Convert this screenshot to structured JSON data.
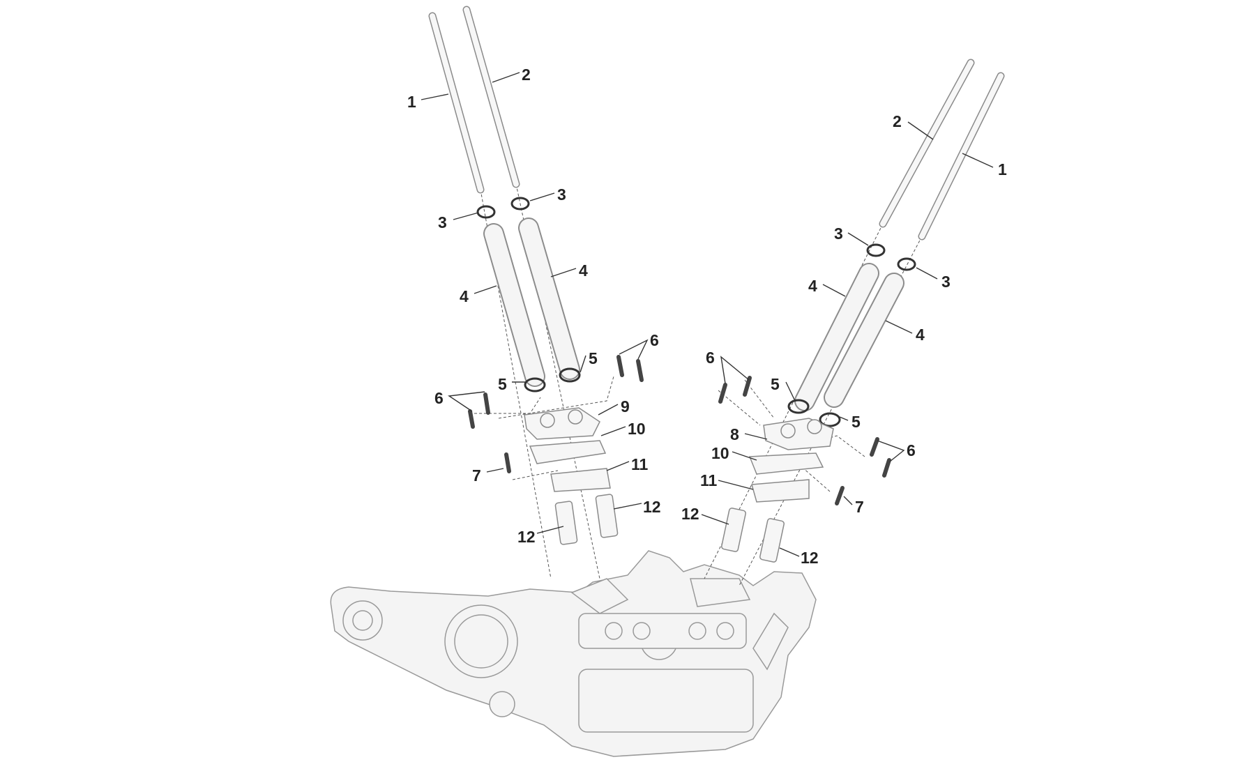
{
  "diagram": {
    "title": "Pushrod and tappet assembly exploded view",
    "left_cylinder_callouts": [
      "1",
      "2",
      "3",
      "3",
      "4",
      "4",
      "5",
      "5",
      "6",
      "6",
      "9",
      "10",
      "11",
      "7",
      "12",
      "12"
    ],
    "right_cylinder_callouts": [
      "2",
      "1",
      "3",
      "3",
      "4",
      "4",
      "6",
      "5",
      "5",
      "8",
      "10",
      "6",
      "11",
      "7",
      "12",
      "12"
    ]
  }
}
